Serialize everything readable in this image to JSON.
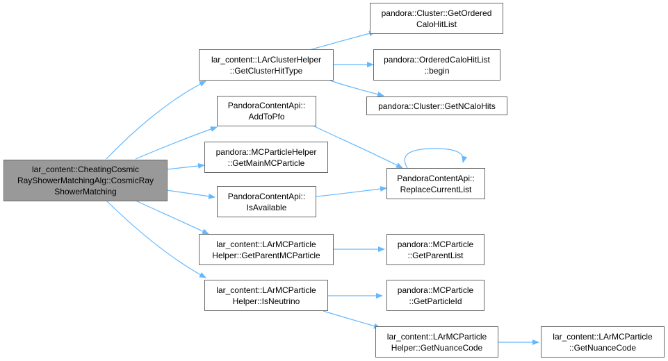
{
  "colors": {
    "edge": "#63b8ff",
    "node_border": "#666666",
    "root_fill": "#999999",
    "node_fill": "#ffffff"
  },
  "nodes": {
    "root": {
      "lines": [
        "lar_content::CheatingCosmic",
        "RayShowerMatchingAlg::CosmicRay",
        "ShowerMatching"
      ]
    },
    "get_cluster_hit_type": {
      "lines": [
        "lar_content::LArClusterHelper",
        "::GetClusterHitType"
      ]
    },
    "add_to_pfo": {
      "lines": [
        "PandoraContentApi::",
        "AddToPfo"
      ]
    },
    "get_main_mc_particle": {
      "lines": [
        "pandora::MCParticleHelper",
        "::GetMainMCParticle"
      ]
    },
    "is_available": {
      "lines": [
        "PandoraContentApi::",
        "IsAvailable"
      ]
    },
    "get_parent_mc_particle": {
      "lines": [
        "lar_content::LArMCParticle",
        "Helper::GetParentMCParticle"
      ]
    },
    "is_neutrino": {
      "lines": [
        "lar_content::LArMCParticle",
        "Helper::IsNeutrino"
      ]
    },
    "get_ordered_calo_hit_list": {
      "lines": [
        "pandora::Cluster::GetOrdered",
        "CaloHitList"
      ]
    },
    "ordered_calo_hit_list_begin": {
      "lines": [
        "pandora::OrderedCaloHitList",
        "::begin"
      ]
    },
    "get_n_calo_hits": {
      "lines": [
        "pandora::Cluster::GetNCaloHits"
      ]
    },
    "replace_current_list": {
      "lines": [
        "PandoraContentApi::",
        "ReplaceCurrentList"
      ]
    },
    "get_parent_list": {
      "lines": [
        "pandora::MCParticle",
        "::GetParentList"
      ]
    },
    "get_particle_id": {
      "lines": [
        "pandora::MCParticle",
        "::GetParticleId"
      ]
    },
    "helper_get_nuance_code": {
      "lines": [
        "lar_content::LArMCParticle",
        "Helper::GetNuanceCode"
      ]
    },
    "get_nuance_code": {
      "lines": [
        "lar_content::LArMCParticle",
        "::GetNuanceCode"
      ]
    }
  }
}
